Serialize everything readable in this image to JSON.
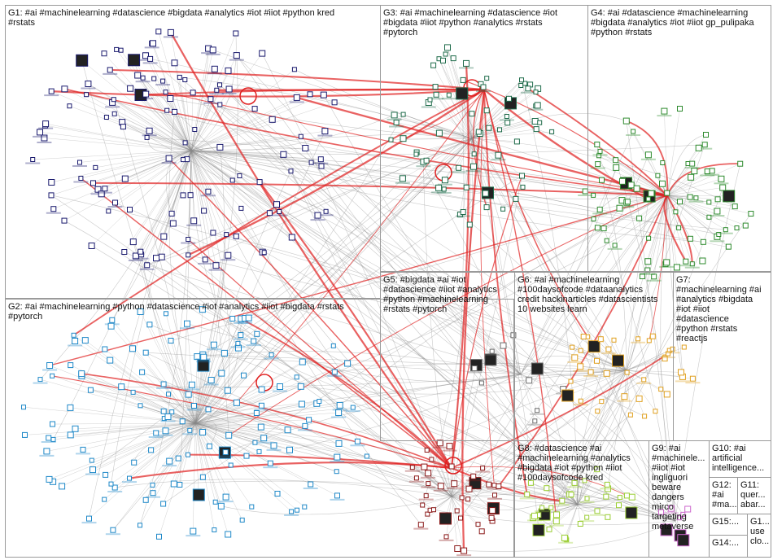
{
  "groups": [
    {
      "id": "G1",
      "label": "G1: #ai #machinelearning #datascience #bigdata #analytics #iot #iiot #python kred\n#rstats",
      "color": "#1a1a6e"
    },
    {
      "id": "G2",
      "label": "G2: #ai #machinelearning #python #datascience #iot #analytics #iiot #bigdata #rstats\n#pytorch",
      "color": "#1e88c8"
    },
    {
      "id": "G3",
      "label": "G3: #ai #machinelearning #datascience #iot\n#bigdata #iiot #python #analytics #rstats\n#pytorch",
      "color": "#1e6b4a"
    },
    {
      "id": "G4",
      "label": "G4: #ai #datascience #machinelearning\n#bigdata #analytics #iot #iiot gp_pulipaka\n#python #rstats",
      "color": "#2e8b2e"
    },
    {
      "id": "G5",
      "label": "G5: #bigdata #ai #iot\n#datascience #iiot #analytics\n#python #machinelearning\n#rstats #pytorch",
      "color": "#8b1a1a"
    },
    {
      "id": "G6",
      "label": "G6: #ai #machinelearning\n#100daysofcode #dataanalytics\ncredit hackinarticles #datascientists\n10 websites learn",
      "color": "#6b6b6b"
    },
    {
      "id": "G7",
      "label": "G7:\n#machinelearning #ai\n#analytics #bigdata\n#iot #iiot\n#datascience\n#python #rstats\n#reactjs",
      "color": "#e0a020"
    },
    {
      "id": "G8",
      "label": "G8: #datascience #ai\n#machinelearning #analytics\n#bigdata #iot #python #iiot\n#100daysofcode kred",
      "color": "#9acd32"
    },
    {
      "id": "G9",
      "label": "G9: #ai\n#machinele...\n#iiot #iot\ningliguori\nbeware\ndangers\nmirco\ntargeting\nmetaverse",
      "color": "#cc66cc"
    },
    {
      "id": "G10",
      "label": "G10: #ai\nartificial\nintelligence...",
      "color": "#996633"
    },
    {
      "id": "G11",
      "label": "G11:\nquer...\nabar...",
      "color": "#666699"
    },
    {
      "id": "G12",
      "label": "G12:\n#ai\n#ma...",
      "color": "#336666"
    },
    {
      "id": "G13",
      "label": "G1...\nuse\nclo...",
      "color": "#669966"
    },
    {
      "id": "G14",
      "label": "G14:...",
      "color": "#993333"
    },
    {
      "id": "G15",
      "label": "G15:...",
      "color": "#333399"
    }
  ],
  "edge_color": "#8a8a8a",
  "highlight_edge_color": "#e02020"
}
